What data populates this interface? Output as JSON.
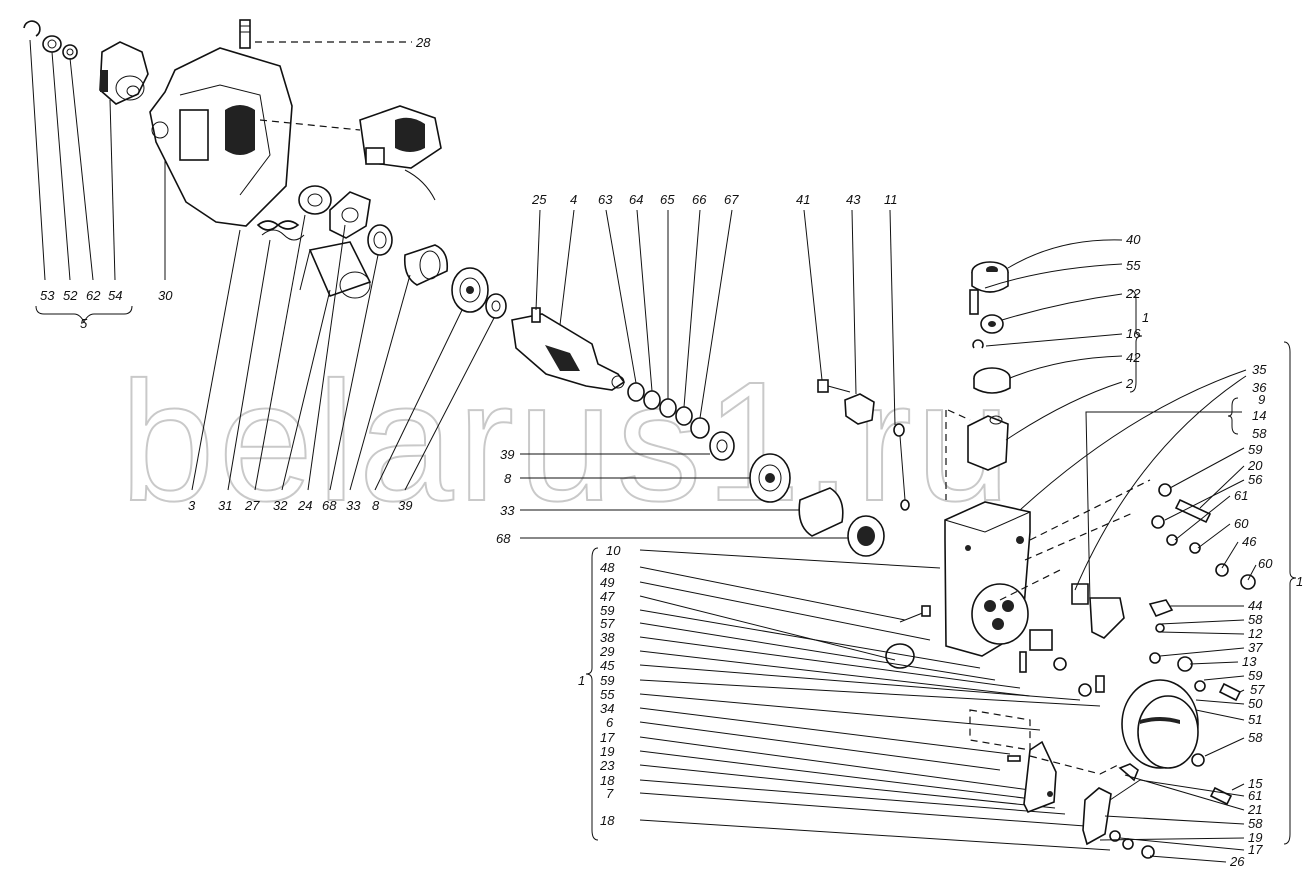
{
  "watermark": "belarus1.ru",
  "labels_top": {
    "l53": "53",
    "l52": "52",
    "l62": "62",
    "l54": "54",
    "l5": "5",
    "l30": "30",
    "l28": "28",
    "l25": "25",
    "l4": "4",
    "l63": "63",
    "l64": "64",
    "l65": "65",
    "l66": "66",
    "l67": "67",
    "l41": "41",
    "l43": "43",
    "l11": "11"
  },
  "labels_bottom_left": {
    "l3": "3",
    "l31": "31",
    "l27": "27",
    "l32": "32",
    "l24": "24",
    "l68": "68",
    "l33": "33",
    "l8": "8",
    "l39": "39"
  },
  "labels_middle": {
    "l39": "39",
    "l8": "8",
    "l33": "33",
    "l68": "68"
  },
  "labels_left_column": [
    "10",
    "48",
    "49",
    "47",
    "59",
    "57",
    "38",
    "29",
    "45",
    "59",
    "55",
    "34",
    "6",
    "17",
    "19",
    "23",
    "18",
    "7",
    "18"
  ],
  "label_group_1": "1",
  "labels_right_top": {
    "l40": "40",
    "l55": "55",
    "l22": "22",
    "l16": "16",
    "l42": "42",
    "l2": "2",
    "l1": "1"
  },
  "labels_right": {
    "l35": "35",
    "l36": "36",
    "l9": "9",
    "l14": "14",
    "l58a": "58",
    "l59": "59",
    "l20": "20",
    "l56": "56",
    "l61": "61",
    "l60a": "60",
    "l46": "46",
    "l60b": "60",
    "l44": "44",
    "l58b": "58",
    "l12": "12",
    "l37": "37",
    "l13": "13",
    "l59b": "59",
    "l57": "57",
    "l50": "50",
    "l51": "51",
    "l58c": "58",
    "l15": "15",
    "l61b": "61",
    "l21": "21",
    "l58d": "58",
    "l19": "19",
    "l17": "17",
    "l26": "26",
    "l1r": "1"
  }
}
